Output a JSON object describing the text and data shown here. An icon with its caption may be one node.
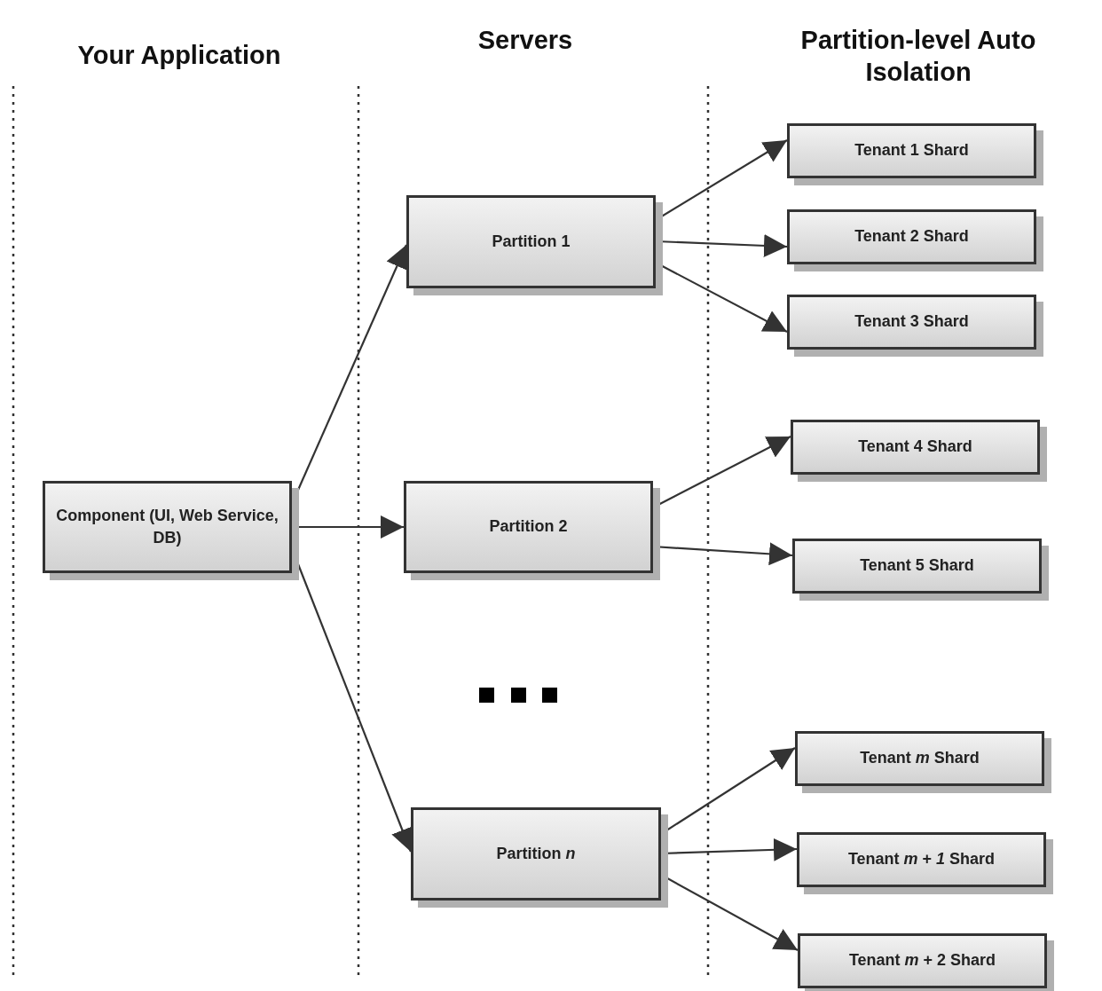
{
  "diagram": {
    "nodes": [
      {
        "text": [
          "Component (UI, Web Service, DB)"
        ]
      },
      {
        "text": [
          "Partition 1"
        ]
      },
      {
        "text": [
          "Partition 2"
        ]
      },
      {
        "text": [
          "Partition *n*"
        ]
      },
      {
        "text": [
          "Tenant 1 Shard"
        ]
      },
      {
        "text": [
          "Tenant 2 Shard"
        ]
      },
      {
        "text": [
          "Tenant 3 Shard"
        ]
      },
      {
        "text": [
          "Tenant 4 Shard"
        ]
      },
      {
        "text": [
          "Tenant 5 Shard"
        ]
      },
      {
        "text": [
          "Tenant *m* Shard"
        ]
      },
      {
        "text": [
          "Tenant *m* + *1* Shard"
        ]
      },
      {
        "text": [
          "Tenant *m* + 2 Shard"
        ]
      }
    ],
    "edges": [
      {
        "from": 0,
        "to": 1,
        "arrow": "to"
      },
      {
        "from": 0,
        "to": 2,
        "arrow": "to"
      },
      {
        "from": 0,
        "to": 3,
        "arrow": "to"
      },
      {
        "from": 1,
        "to": 4,
        "arrow": "to"
      },
      {
        "from": 1,
        "to": 5,
        "arrow": "to"
      },
      {
        "from": 1,
        "to": 6,
        "arrow": "to"
      },
      {
        "from": 2,
        "to": 7,
        "arrow": "to"
      },
      {
        "from": 2,
        "to": 8,
        "arrow": "to"
      },
      {
        "from": 3,
        "to": 9,
        "arrow": "to"
      },
      {
        "from": 3,
        "to": 10,
        "arrow": "to"
      },
      {
        "from": 3,
        "to": 11,
        "arrow": "to"
      }
    ],
    "labels": [
      "Your Application",
      "Servers",
      "Partition-level Auto Isolation"
    ]
  }
}
